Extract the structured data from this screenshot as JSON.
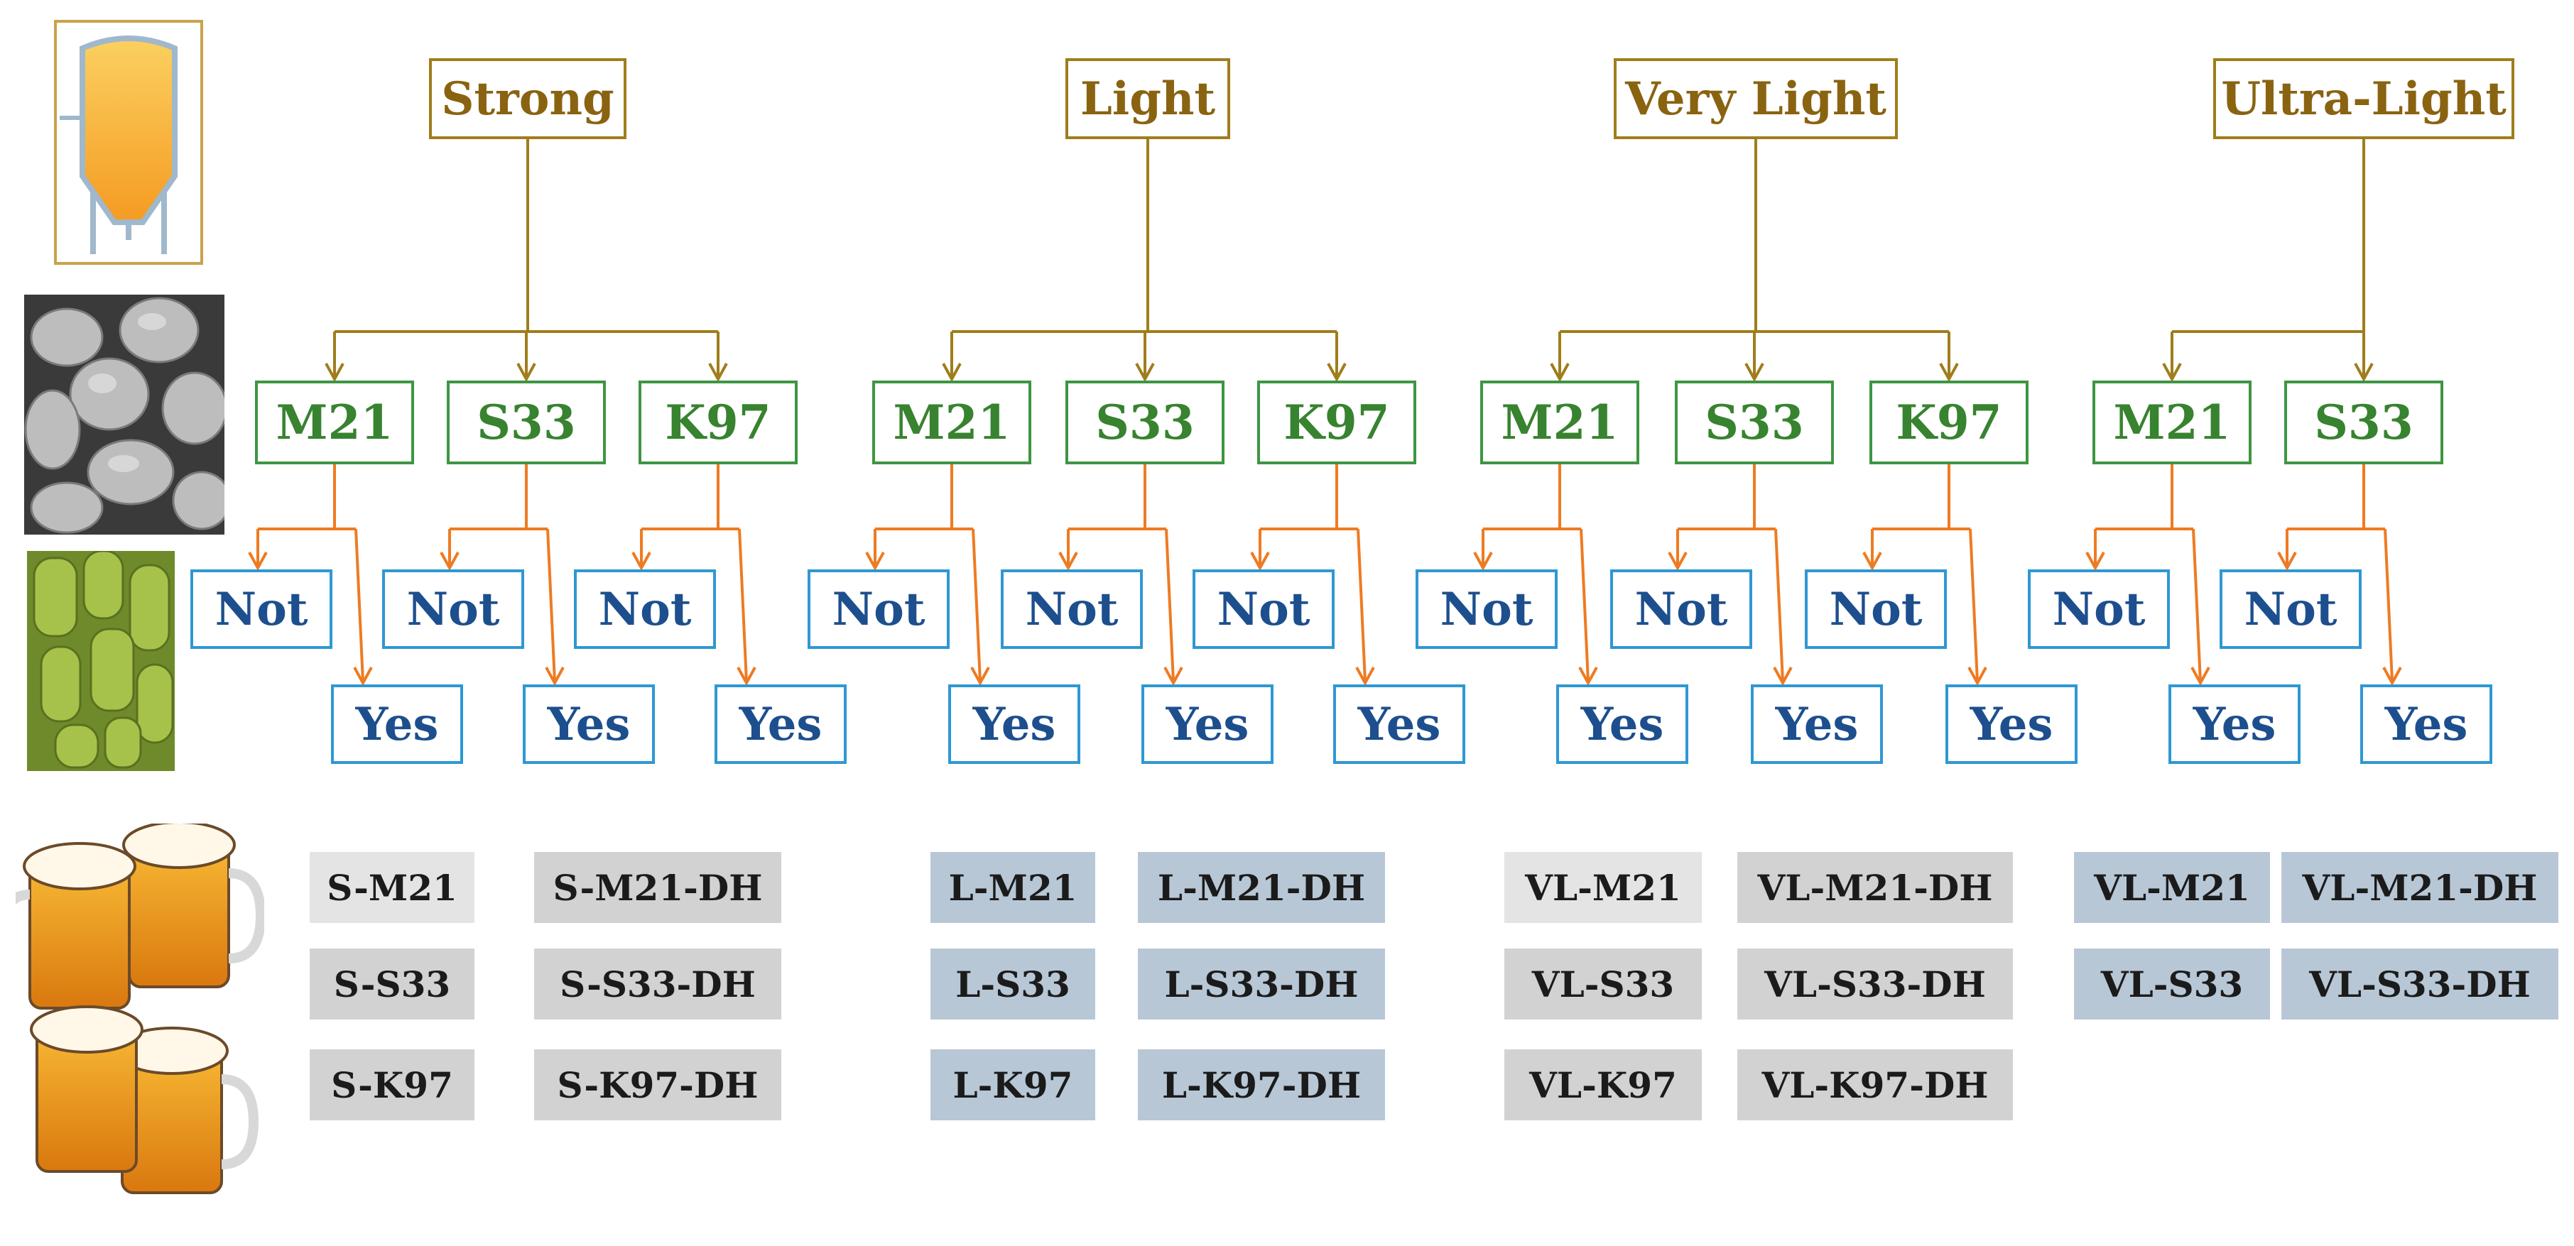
{
  "diagram": {
    "styles": [
      {
        "label": "Strong",
        "yeasts": [
          {
            "label": "M21",
            "not": "Not",
            "yes": "Yes"
          },
          {
            "label": "S33",
            "not": "Not",
            "yes": "Yes"
          },
          {
            "label": "K97",
            "not": "Not",
            "yes": "Yes"
          }
        ]
      },
      {
        "label": "Light",
        "yeasts": [
          {
            "label": "M21",
            "not": "Not",
            "yes": "Yes"
          },
          {
            "label": "S33",
            "not": "Not",
            "yes": "Yes"
          },
          {
            "label": "K97",
            "not": "Not",
            "yes": "Yes"
          }
        ]
      },
      {
        "label": "Very Light",
        "yeasts": [
          {
            "label": "M21",
            "not": "Not",
            "yes": "Yes"
          },
          {
            "label": "S33",
            "not": "Not",
            "yes": "Yes"
          },
          {
            "label": "K97",
            "not": "Not",
            "yes": "Yes"
          }
        ]
      },
      {
        "label": "Ultra-Light",
        "yeasts": [
          {
            "label": "M21",
            "not": "Not",
            "yes": "Yes"
          },
          {
            "label": "S33",
            "not": "Not",
            "yes": "Yes"
          }
        ]
      }
    ],
    "samples": [
      [
        "S-M21",
        "S-M21-DH",
        "S-S33",
        "S-S33-DH",
        "S-K97",
        "S-K97-DH"
      ],
      [
        "L-M21",
        "L-M21-DH",
        "L-S33",
        "L-S33-DH",
        "L-K97",
        "L-K97-DH"
      ],
      [
        "VL-M21",
        "VL-M21-DH",
        "VL-S33",
        "VL-S33-DH",
        "VL-K97",
        "VL-K97-DH"
      ],
      [
        "VL-M21",
        "VL-M21-DH",
        "VL-S33",
        "VL-S33-DH"
      ]
    ]
  },
  "colors": {
    "style_line": "#a07d1c",
    "hop_line": "#ee7b22",
    "style_text": "#8a6311",
    "yeast_text": "#37832f",
    "option_text": "#1d4f8e",
    "label_gray": "#d2d2d2",
    "label_blue": "#b8c7d6"
  },
  "icons": [
    "fermenter-tank-icon",
    "yeast-micrograph-image",
    "hop-pellets-image",
    "beer-mugs-image"
  ]
}
